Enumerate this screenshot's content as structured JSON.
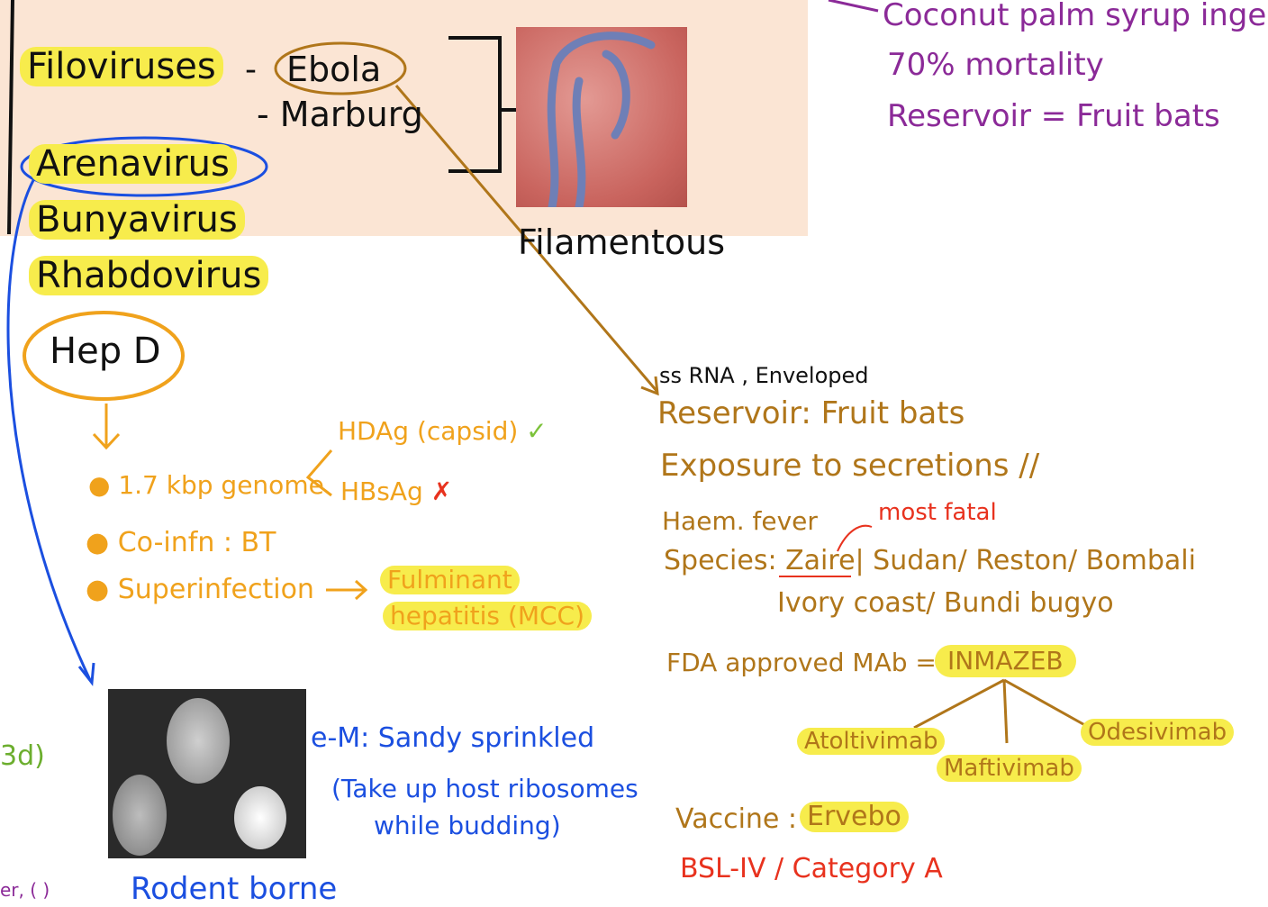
{
  "top_box": {
    "families": [
      "Filoviruses",
      "Arenavirus",
      "Bunyavirus",
      "Rhabdovirus"
    ],
    "filo_members": [
      "Ebola",
      "Marburg"
    ],
    "image_label": "Filamentous"
  },
  "top_right": {
    "lines": [
      "Coconut palm syrup inges",
      "70% mortality",
      "Reservoir = Fruit bats"
    ]
  },
  "hep_d": {
    "title": "Hep D",
    "points": [
      "1.7 kbp genome",
      "Co-infn : BT",
      "Superinfection"
    ],
    "genome_branches": [
      "HDAg (capsid)",
      "HBsAg"
    ],
    "check": "✓",
    "cross": "✗",
    "superinfection_result": [
      "Fulminant",
      "hepatitis (MCC)"
    ]
  },
  "arena": {
    "em_text": [
      "e-M: Sandy sprinkled",
      "(Take up host ribosomes",
      "while budding)"
    ],
    "bottom": "Rodent borne",
    "left_fragment": "3d)",
    "left_fragment2": "er, ( )"
  },
  "ebola": {
    "header": "ss RNA , Enveloped",
    "lines": [
      "Reservoir: Fruit bats",
      "Exposure to secretions //",
      "Haem. fever"
    ],
    "most_fatal": "most fatal",
    "species_label": "Species:",
    "species_first": "Zaire",
    "species_rest": "| Sudan/ Reston/ Bombali",
    "species_line2": "Ivory coast/ Bundi bugyo",
    "mab_label": "FDA approved MAb =",
    "mab_name": "INMAZEB",
    "mabs": [
      "Atoltivimab",
      "Maftivimab",
      "Odesivimab"
    ],
    "vaccine_label": "Vaccine :",
    "vaccine_name": "Ervebo",
    "biosafety": "BSL-IV / Category A"
  },
  "colors": {
    "peach": "#fbe5d4",
    "highlight": "#f7ec4c",
    "orange": "#f0a21c",
    "brown": "#b0761a",
    "purple": "#8b2a98",
    "blue": "#1b4fe0",
    "red": "#e8321e"
  }
}
